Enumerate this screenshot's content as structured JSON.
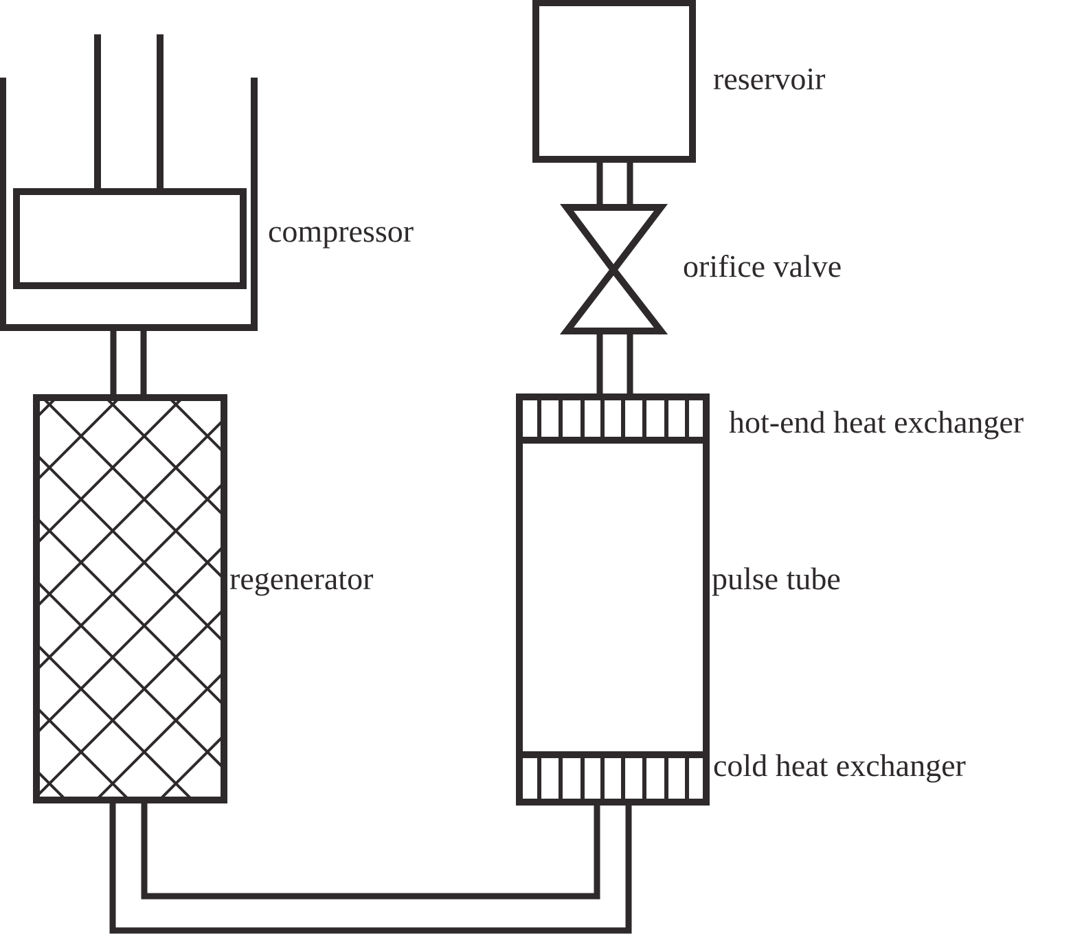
{
  "diagram": {
    "title": "Orifice pulse tube cryocooler schematic",
    "line_color": "#2e2a2b",
    "labels": {
      "compressor": "compressor",
      "regenerator": "regenerator",
      "reservoir": "reservoir",
      "orifice_valve": "orifice valve",
      "hot_end_heat_exchanger": "hot-end heat exchanger",
      "pulse_tube": "pulse tube",
      "cold_heat_exchanger": "cold heat exchanger"
    },
    "components": [
      {
        "id": "compressor",
        "type": "piston-cylinder"
      },
      {
        "id": "regenerator",
        "type": "mesh-packed-column"
      },
      {
        "id": "cold_heat_exchanger",
        "type": "finned-exchanger"
      },
      {
        "id": "pulse_tube",
        "type": "empty-tube"
      },
      {
        "id": "hot_end_heat_exchanger",
        "type": "finned-exchanger"
      },
      {
        "id": "orifice_valve",
        "type": "valve"
      },
      {
        "id": "reservoir",
        "type": "tank"
      }
    ],
    "connections": [
      [
        "compressor",
        "regenerator"
      ],
      [
        "regenerator",
        "cold_heat_exchanger"
      ],
      [
        "cold_heat_exchanger",
        "pulse_tube"
      ],
      [
        "pulse_tube",
        "hot_end_heat_exchanger"
      ],
      [
        "hot_end_heat_exchanger",
        "orifice_valve"
      ],
      [
        "orifice_valve",
        "reservoir"
      ]
    ]
  }
}
